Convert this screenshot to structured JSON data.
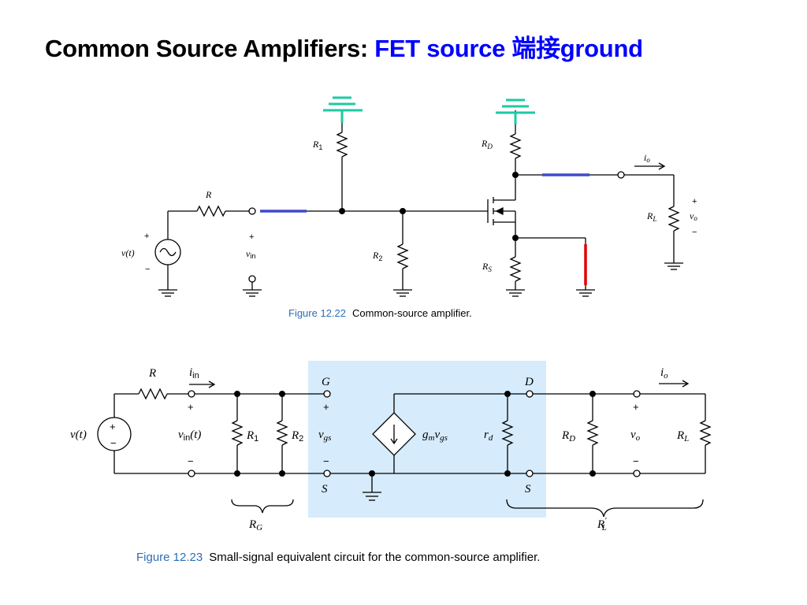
{
  "title": {
    "part1": "Common Source Amplifiers: ",
    "part2": "FET source 端接ground"
  },
  "colors": {
    "title_black": "#000000",
    "title_blue": "#0000ff",
    "ground_teal": "#1fc9a3",
    "wire_blue": "#3f48cc",
    "wire_red": "#e00000",
    "highlight_box": "#d6ebfb",
    "caption_num": "#2d6fb5"
  },
  "fig1": {
    "caption_num": "Figure 12.22",
    "caption_text": "Common-source amplifier.",
    "R": "R",
    "R1": "R",
    "R1_sub": "1",
    "R2": "R",
    "R2_sub": "2",
    "RD": "R",
    "RD_sub": "D",
    "RS": "R",
    "RS_sub": "S",
    "RL": "R",
    "RL_sub": "L",
    "vt": "v(t)",
    "vin": "v",
    "vin_sub": "in",
    "io": "i",
    "io_sub": "o",
    "vo": "v",
    "vo_sub": "o",
    "plus": "+",
    "minus": "−"
  },
  "fig2": {
    "caption_num": "Figure 12.23",
    "caption_text": "Small-signal equivalent circuit for the common-source amplifier.",
    "R": "R",
    "iin": "i",
    "iin_sub": "in",
    "vt": "v(t)",
    "vin": "v",
    "vin_sub": "in",
    "vin_arg": "(t)",
    "R1": "R",
    "R1_sub": "1",
    "R2": "R",
    "R2_sub": "2",
    "G": "G",
    "S": "S",
    "D": "D",
    "vgs": "v",
    "vgs_sub": "gs",
    "gm": "g",
    "gm_sub": "m",
    "gm_v": "v",
    "gm_v_sub": "gs",
    "rd": "r",
    "rd_sub": "d",
    "RD": "R",
    "RD_sub": "D",
    "vo": "v",
    "vo_sub": "o",
    "io": "i",
    "io_sub": "o",
    "RL": "R",
    "RL_sub": "L",
    "RG": "R",
    "RG_sub": "G",
    "RLp": "R",
    "RLp_sub": "L",
    "RLp_prime": "′",
    "plus": "+",
    "minus": "−"
  }
}
